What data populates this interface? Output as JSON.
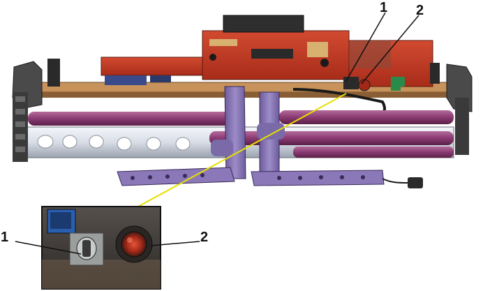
{
  "callouts": {
    "top_1": "1",
    "top_2": "2",
    "inset_1": "1",
    "inset_2": "2"
  },
  "colors": {
    "background": "#ffffff",
    "pcb_red": "#c23a22",
    "rod_purple": "#8a3a72",
    "arm_purple": "#8a78b8",
    "frame_orange": "#c8935a",
    "chain_dark": "#3a3a3a",
    "leader_yellow": "#e6e000",
    "leader_black": "#111111",
    "inset_bg": "#3a3634",
    "indicator_red": "#b22a22",
    "connector_blue": "#2a5fb0"
  },
  "icons": {
    "switch_knob": "rotary-switch-icon",
    "indicator_lamp": "indicator-lamp-icon"
  }
}
